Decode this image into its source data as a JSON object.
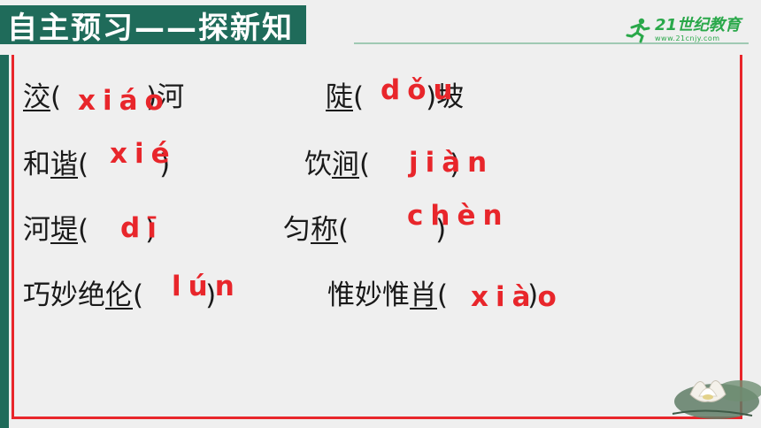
{
  "header": {
    "title": "自主预习——探新知",
    "logo_main": "21世纪教育",
    "logo_sub": "www.21cnjy.com"
  },
  "items": [
    {
      "word": "洨",
      "open": "(",
      "close": ")",
      "tail": "河",
      "pinyin": "xiáo"
    },
    {
      "word": "陡",
      "open": "(",
      "close": ")",
      "tail": "坡",
      "pinyin": "dǒu"
    },
    {
      "head": "和",
      "word": "谐",
      "open": "(",
      "close": ")",
      "pinyin": "xié"
    },
    {
      "head": "饮",
      "word": "涧",
      "open": "(",
      "close": ")",
      "pinyin": "jiàn"
    },
    {
      "head": "河",
      "word": "堤",
      "open": "(",
      "close": ")",
      "pinyin": "dī"
    },
    {
      "head": "匀",
      "word": "称",
      "open": "(",
      "close": ")",
      "pinyin": "chèn"
    },
    {
      "head": "巧妙绝",
      "word": "伦",
      "open": "(",
      "close": ")",
      "pinyin": "lún"
    },
    {
      "head": "惟妙惟",
      "word": "肖",
      "open": "(",
      "close": ")",
      "pinyin": "xiào"
    }
  ],
  "colors": {
    "accent_green": "#1f6b5a",
    "frame_red": "#e8262b",
    "pinyin_red": "#e8262b",
    "logo_green": "#2aa84a"
  }
}
